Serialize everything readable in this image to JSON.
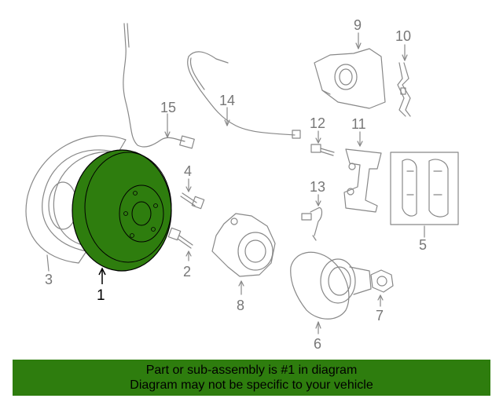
{
  "diagram": {
    "highlight_color": "#2e7d0e",
    "line_color": "#888888",
    "callouts": {
      "c1": "1",
      "c2": "2",
      "c3": "3",
      "c4": "4",
      "c5": "5",
      "c6": "6",
      "c7": "7",
      "c8": "8",
      "c9": "9",
      "c10": "10",
      "c11": "11",
      "c12": "12",
      "c13": "13",
      "c14": "14",
      "c15": "15"
    }
  },
  "banner": {
    "line1": "Part or sub-assembly is #1 in diagram",
    "line2": "Diagram may not be specific to your vehicle"
  }
}
